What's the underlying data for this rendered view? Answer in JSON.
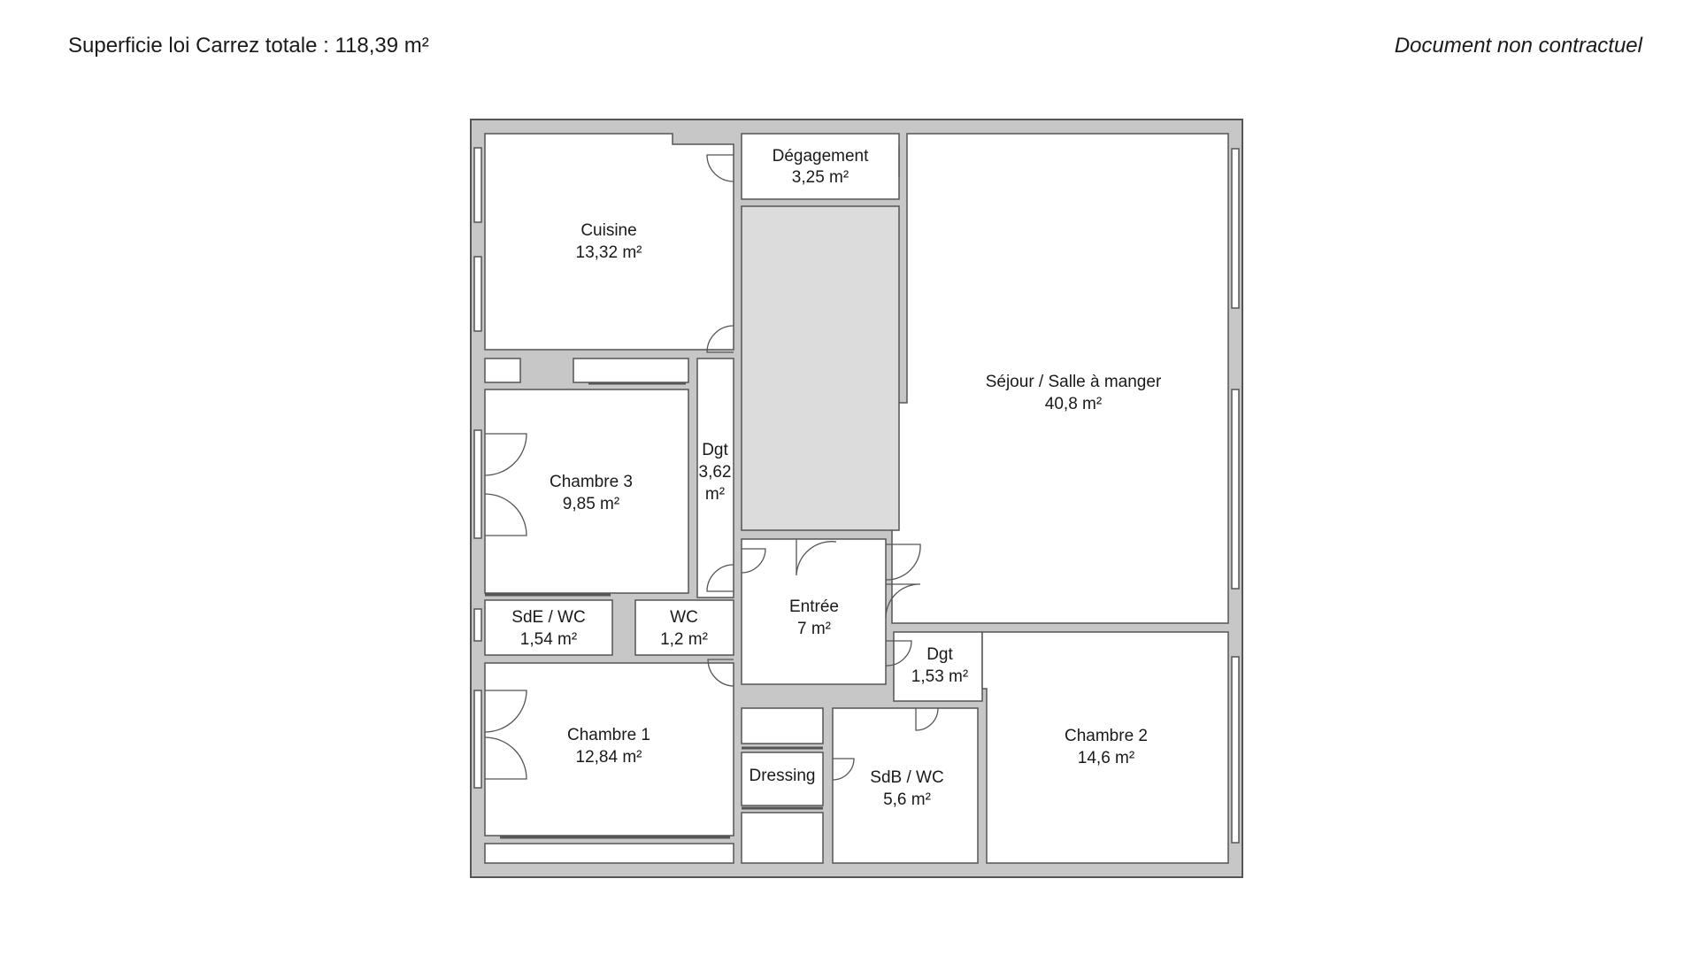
{
  "header": {
    "total_area": "Superficie loi Carrez totale : 118,39 m²",
    "disclaimer": "Document non contractuel"
  },
  "colors": {
    "wall": "#c7c7c7",
    "wall_stroke": "#555555",
    "room": "#ffffff",
    "unmeasured": "#dcdcdc",
    "text": "#1a1a1a"
  },
  "rooms": {
    "degagement": {
      "name": "Dégagement",
      "area": "3,25 m²"
    },
    "cuisine": {
      "name": "Cuisine",
      "area": "13,32 m²"
    },
    "sejour": {
      "name": "Séjour / Salle à manger",
      "area": "40,8 m²"
    },
    "chambre3": {
      "name": "Chambre 3",
      "area": "9,85 m²"
    },
    "dgt1": {
      "name": "Dgt",
      "area_line1": "3,62",
      "area_line2": "m²"
    },
    "entree": {
      "name": "Entrée",
      "area": "7 m²"
    },
    "sde": {
      "name": "SdE / WC",
      "area": "1,54 m²"
    },
    "wc": {
      "name": "WC",
      "area": "1,2 m²"
    },
    "dgt2": {
      "name": "Dgt",
      "area": "1,53 m²"
    },
    "chambre1": {
      "name": "Chambre 1",
      "area": "12,84 m²"
    },
    "chambre2": {
      "name": "Chambre 2",
      "area": "14,6 m²"
    },
    "dressing": {
      "name": "Dressing"
    },
    "sdb": {
      "name": "SdB / WC",
      "area": "5,6 m²"
    }
  }
}
